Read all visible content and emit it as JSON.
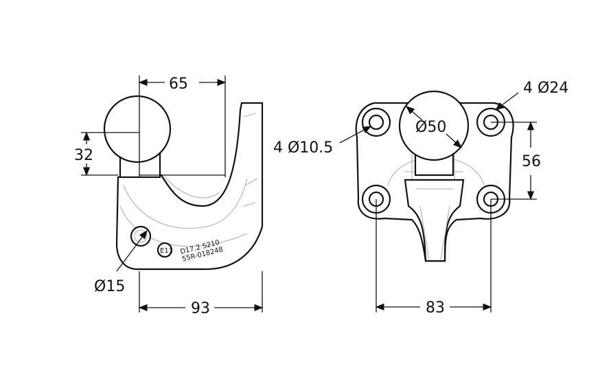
{
  "side_view": {
    "dim_width_ball": "65",
    "dim_height_ball": "32",
    "dim_pin": "Ø15",
    "dim_total_width": "93",
    "stamp_line1": "D17.2  S210",
    "stamp_line2": "55R-018248",
    "approval_mark": "E11"
  },
  "front_view": {
    "dim_holes_outer": "4 Ø24",
    "dim_holes_inner": "4 Ø10.5",
    "dim_ball": "Ø50",
    "dim_vertical_spacing": "56",
    "dim_horizontal_spacing": "83"
  }
}
